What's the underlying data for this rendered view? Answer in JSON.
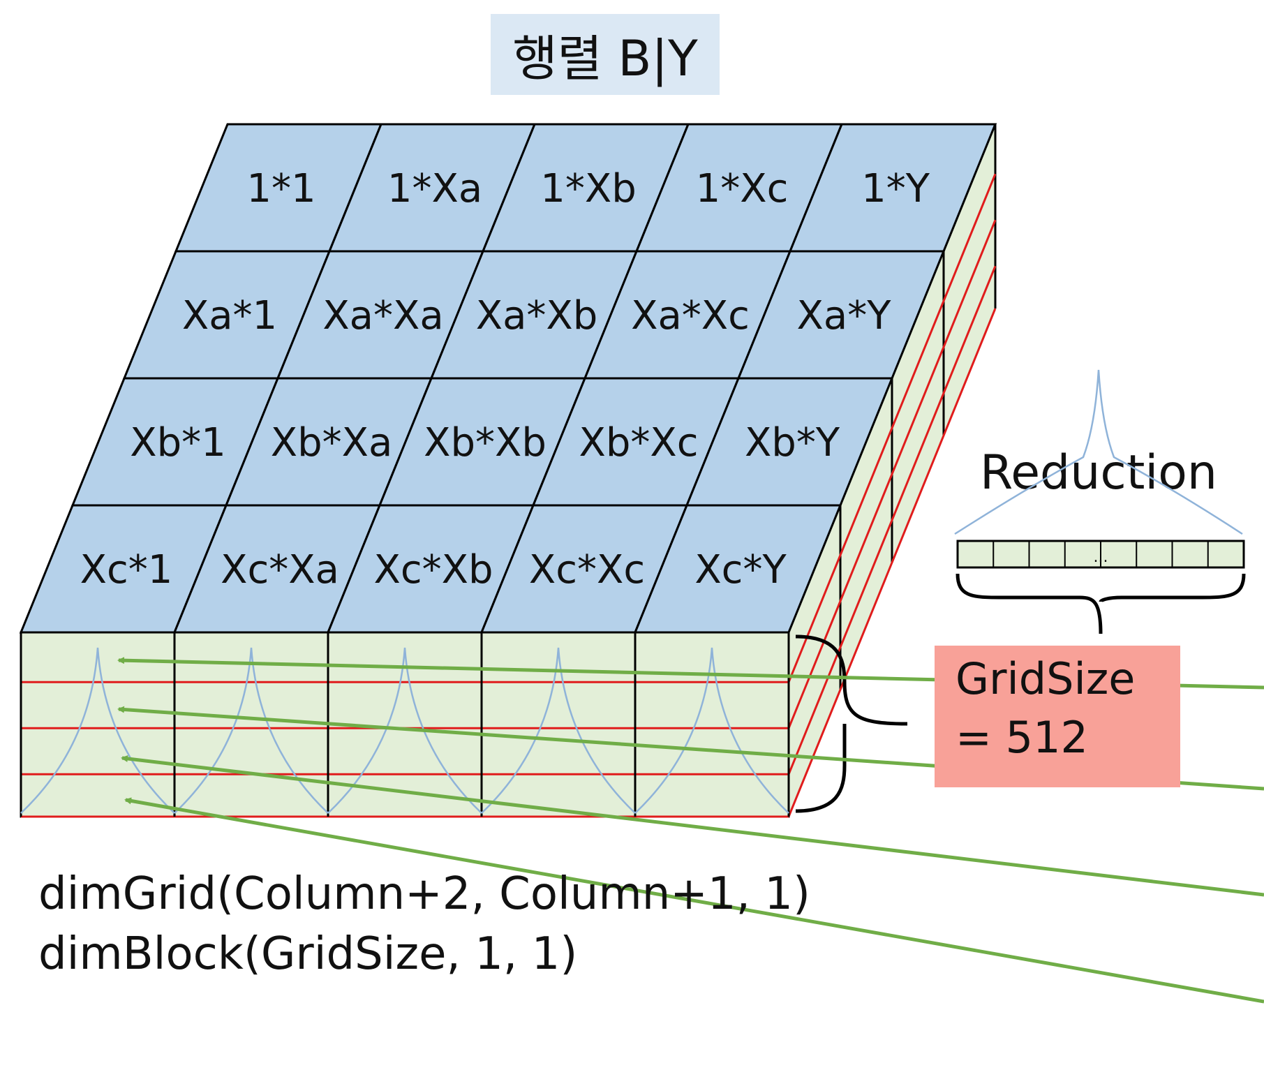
{
  "title": "행렬 B|Y",
  "grid": {
    "rows": [
      [
        "1*1",
        "1*Xa",
        "1*Xb",
        "1*Xc",
        "1*Y"
      ],
      [
        "Xa*1",
        "Xa*Xa",
        "Xa*Xb",
        "Xa*Xc",
        "Xa*Y"
      ],
      [
        "Xb*1",
        "Xb*Xa",
        "Xb*Xb",
        "Xb*Xc",
        "Xb*Y"
      ],
      [
        "Xc*1",
        "Xc*Xa",
        "Xc*Xb",
        "Xc*Xc",
        "Xc*Y"
      ]
    ]
  },
  "reduction": {
    "label": "Reduction",
    "array_ellipsis": "..."
  },
  "grid_size_box": {
    "line1": "GridSize",
    "line2": "=  512"
  },
  "code": {
    "line1": "dimGrid(Column+2, Column+1, 1)",
    "line2": "dimBlock(GridSize, 1, 1)"
  },
  "colors": {
    "top_face": "#b5d1ea",
    "side_face": "#e3efd8",
    "red_line": "#e01c1c",
    "green_arrow": "#70ad47",
    "peak_line": "#8fb3d9",
    "grid_box": "#f8a198",
    "title_bg": "#dbe8f4"
  }
}
